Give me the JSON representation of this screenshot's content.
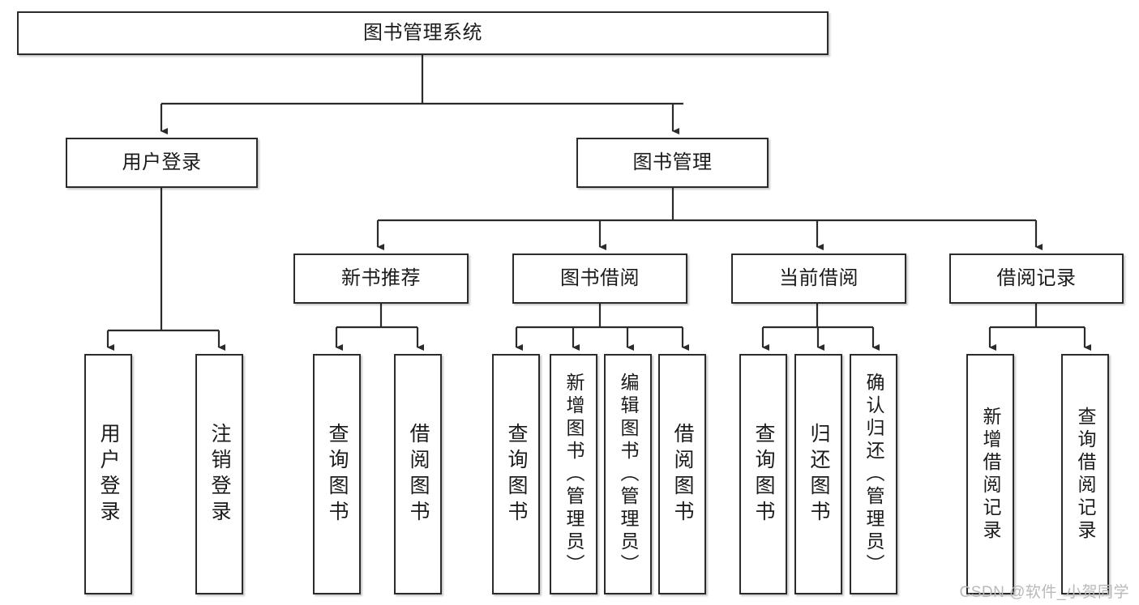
{
  "diagram": {
    "title": "图书管理系统",
    "watermark": "CSDN @软件_小贺同学",
    "colors": {
      "stroke": "#2b2b2b",
      "background": "#ffffff",
      "text": "#1b1b1b",
      "watermark": "#b9b9b9"
    },
    "root": {
      "label": "图书管理系统"
    },
    "level2": [
      {
        "label": "用户登录"
      },
      {
        "label": "图书管理"
      }
    ],
    "level3": [
      {
        "label": "新书推荐"
      },
      {
        "label": "图书借阅"
      },
      {
        "label": "当前借阅"
      },
      {
        "label": "借阅记录"
      }
    ],
    "leaves": {
      "user_login": [
        {
          "label": "用户登录"
        },
        {
          "label": "注销登录"
        }
      ],
      "new_book_recommend": [
        {
          "label": "查询图书"
        },
        {
          "label": "借阅图书"
        }
      ],
      "book_borrow": [
        {
          "label": "查询图书"
        },
        {
          "label": "新增图书（管理员）"
        },
        {
          "label": "编辑图书（管理员）"
        },
        {
          "label": "借阅图书"
        }
      ],
      "current_borrow": [
        {
          "label": "查询图书"
        },
        {
          "label": "归还图书"
        },
        {
          "label": "确认归还（管理员）"
        }
      ],
      "borrow_record": [
        {
          "label": "新增借阅记录"
        },
        {
          "label": "查询借阅记录"
        }
      ]
    }
  }
}
